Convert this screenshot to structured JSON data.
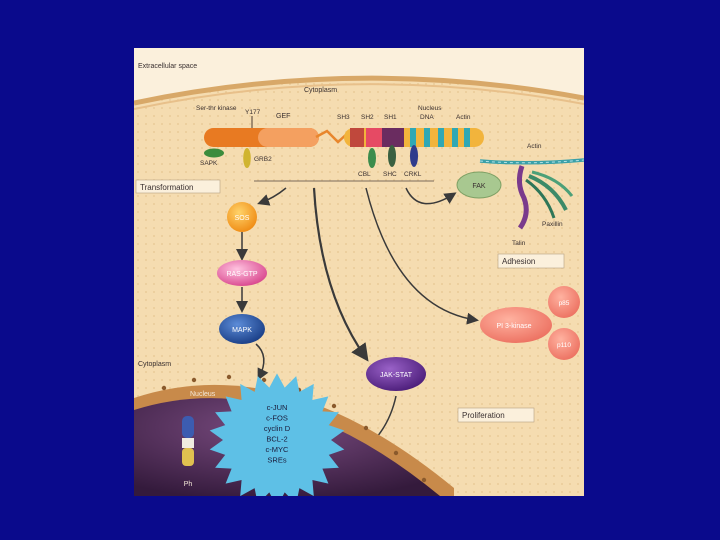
{
  "regions": {
    "extracellular": "Extracellular space",
    "cytoplasm_top": "Cytoplasm",
    "cytoplasm_nucleus": "Cytoplasm",
    "nucleus_region": "Nucleus"
  },
  "bcr": {
    "ser_thr_kinase": "Ser-thr kinase",
    "y177": "Y177",
    "gef": "GEF",
    "sapk": "SAPK",
    "grb2": "GRB2"
  },
  "abl": {
    "sh3": "SH3",
    "sh2": "SH2",
    "sh1": "SH1",
    "nucleus": "Nucleus",
    "dna": "DNA",
    "actin": "Actin",
    "cbl": "CBL",
    "shc": "SHC",
    "crkl": "CRKL"
  },
  "adhesion_complex": {
    "fak": "FAK",
    "actin": "Actin",
    "paxillin": "Paxillin",
    "talin": "Talin"
  },
  "process_labels": {
    "transformation": "Transformation",
    "adhesion": "Adhesion",
    "proliferation": "Proliferation"
  },
  "pathway_nodes": {
    "sos": "SOS",
    "ras_gtp": "RAS-GTP",
    "mapk": "MAPK",
    "jak_stat": "JAK-STAT",
    "pi3k": "PI 3-kinase",
    "p85": "p85",
    "p110": "p110"
  },
  "targets": [
    "c-JUN",
    "c-FOS",
    "cyclin D",
    "BCL-2",
    "c-MYC",
    "SREs"
  ],
  "chromosome_label": "Ph",
  "colors": {
    "page_bg": "#0a0a8c",
    "cell": "#f5dcb0",
    "extracellular": "#fbf0dc",
    "nucleus": "#4a2850",
    "starburst": "#5ec0e6"
  }
}
